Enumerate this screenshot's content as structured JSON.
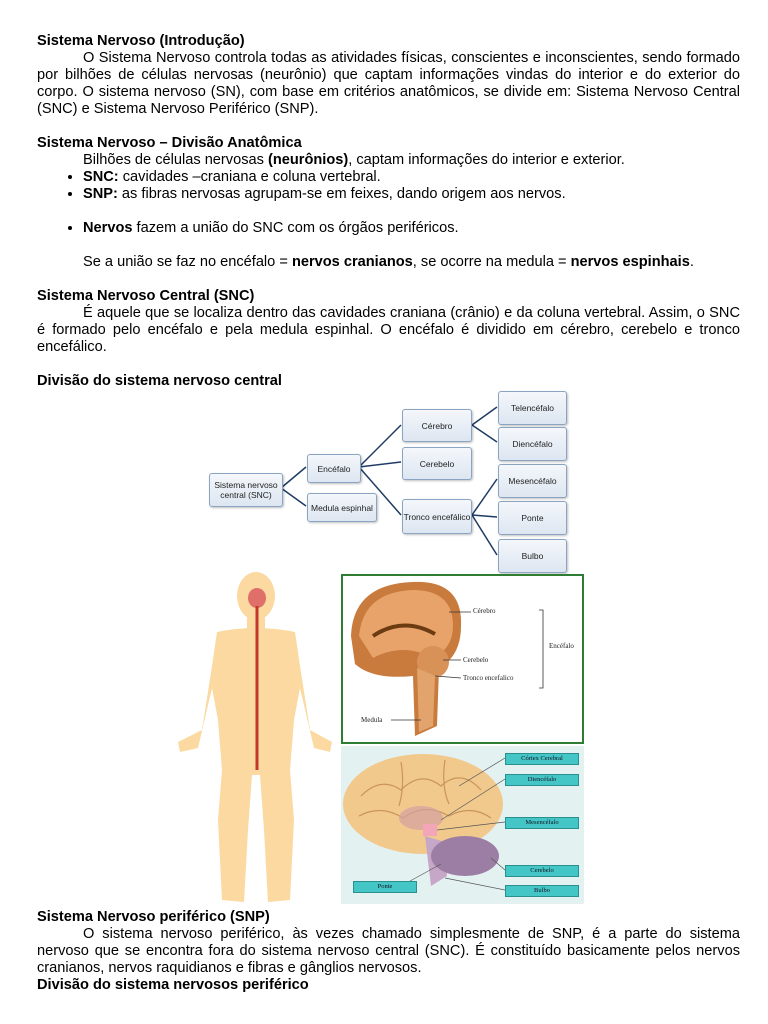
{
  "sec1": {
    "title": "Sistema Nervoso (Introdução)",
    "text": "O Sistema Nervoso controla todas as atividades físicas, conscientes e inconscientes, sendo formado por bilhões de células nervosas (neurônio) que captam informações vindas do interior e do exterior do corpo. O sistema nervoso (SN), com base em critérios anatômicos, se divide em: Sistema Nervoso Central (SNC) e Sistema Nervoso Periférico (SNP)."
  },
  "sec2": {
    "title": "Sistema Nervoso – Divisão Anatômica",
    "intro_a": "Bilhões de células nervosas ",
    "intro_b": "(neurônios)",
    "intro_c": ", captam informações do interior e exterior.",
    "b1_term": "SNC:",
    "b1_text": " cavidades –craniana e coluna vertebral.",
    "b2_term": "SNP:",
    "b2_text": " as fibras nervosas agrupam-se em feixes, dando origem aos nervos.",
    "b3_term": "Nervos",
    "b3_text": " fazem a união do SNC com os órgãos periféricos.",
    "line_a": "Se a união se faz no encéfalo = ",
    "line_b": "nervos cranianos",
    "line_c": ", se ocorre na medula = ",
    "line_d": "nervos espinhais",
    "line_e": "."
  },
  "sec3": {
    "title": "Sistema Nervoso Central (SNC)",
    "text": "É aquele que se localiza dentro das cavidades craniana (crânio) e da coluna vertebral. Assim, o SNC é formado pelo encéfalo e pela medula espinhal. O encéfalo é dividido em cérebro, cerebelo e tronco encefálico."
  },
  "sec4": {
    "title": "Divisão do sistema nervoso central"
  },
  "diagram": {
    "snc": "Sistema nervoso central (SNC)",
    "encefalo": "Encéfalo",
    "medula": "Medula espinhal",
    "cerebro": "Cérebro",
    "cerebelo": "Cerebelo",
    "tronco": "Tronco encefálico",
    "telencefalo": "Telencéfalo",
    "diencefalo": "Diencéfalo",
    "mesencefalo": "Mesencéfalo",
    "ponte": "Ponte",
    "bulbo": "Bulbo"
  },
  "fig1": {
    "cerebro": "Cérebro",
    "cerebelo": "Cerebelo",
    "tronco": "Tronco encefalico",
    "encefalo": "Encéfalo",
    "medula": "Medula"
  },
  "fig2": {
    "cortex": "Córtex Cerebral",
    "diencefalo": "Diencéfalo",
    "mesencefalo": "Mesencéfalo",
    "cerebelo": "Cerebelo",
    "ponte": "Ponte",
    "bulbo": "Bulbo"
  },
  "sec5": {
    "title": "Sistema Nervoso periférico (SNP)",
    "text": "O sistema nervoso periférico, às vezes chamado simplesmente de SNP, é a parte do sistema nervoso que se encontra fora do sistema nervoso central (SNC). É constituído basicamente pelos nervos cranianos, nervos raquidianos e fibras e gânglios nervosos."
  },
  "sec6": {
    "title": "Divisão do sistema nervosos periférico"
  },
  "colors": {
    "node_border": "#8aa4c2",
    "skin": "#fbd9a0",
    "spine": "#c0392b",
    "frame": "#2e7d32",
    "tag": "#45c6c6"
  }
}
